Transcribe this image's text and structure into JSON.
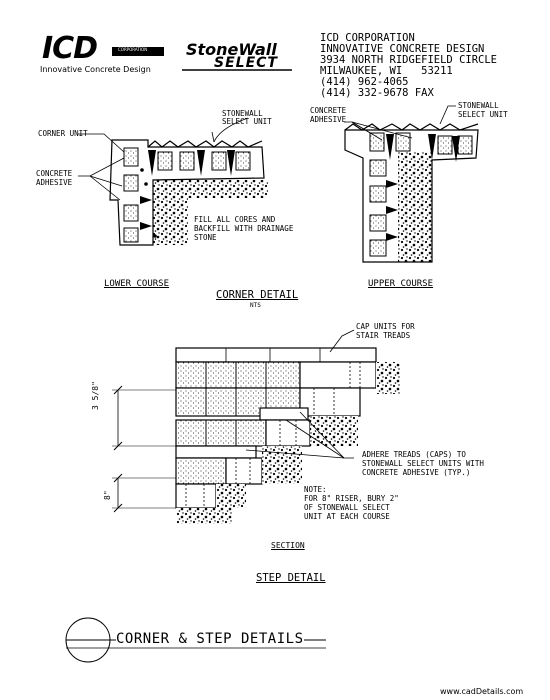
{
  "logo": {
    "icd_letters": "ICD",
    "icd_small": "CORPORATION",
    "tagline": "Innovative Concrete Design",
    "stonewall_line1": "StoneWall",
    "stonewall_line2": "SELECT"
  },
  "company": {
    "name": "ICD CORPORATION",
    "line2": "INNOVATIVE CONCRETE DESIGN",
    "street": "3934 NORTH RIDGEFIELD CIRCLE",
    "city": "MILWAUKEE, WI   53211",
    "phone": "(414) 962-4065",
    "fax": "(414) 332-9678 FAX"
  },
  "corner_detail": {
    "title": "CORNER DETAIL",
    "scale": "NTS",
    "lower": {
      "caption": "LOWER COURSE",
      "corner_unit": "CORNER UNIT",
      "adhesive_1": "CONCRETE",
      "adhesive_2": "ADHESIVE",
      "stonewall_1": "STONEWALL",
      "stonewall_2": "SELECT UNIT",
      "fill_1": "FILL ALL CORES AND",
      "fill_2": "BACKFILL WITH DRAINAGE",
      "fill_3": "STONE"
    },
    "upper": {
      "caption": "UPPER COURSE",
      "adhesive_1": "CONCRETE",
      "adhesive_2": "ADHESIVE",
      "stonewall_1": "STONEWALL",
      "stonewall_2": "SELECT UNIT"
    }
  },
  "step_detail": {
    "cap_1": "CAP UNITS FOR",
    "cap_2": "STAIR TREADS",
    "adhere_1": "ADHERE TREADS (CAPS) TO",
    "adhere_2": "STONEWALL SELECT UNITS WITH",
    "adhere_3": "CONCRETE ADHESIVE (TYP.)",
    "note_1": "NOTE:",
    "note_2": "FOR 8\" RISER, BURY 2\"",
    "note_3": "OF STONEWALL SELECT",
    "note_4": "UNIT AT EACH COURSE",
    "dim_upper": "3 5/8\"",
    "dim_lower": "8\"",
    "section": "SECTION",
    "title": "STEP DETAIL"
  },
  "sheet": {
    "title": "CORNER & STEP DETAILS",
    "website": "www.cadDetails.com"
  }
}
